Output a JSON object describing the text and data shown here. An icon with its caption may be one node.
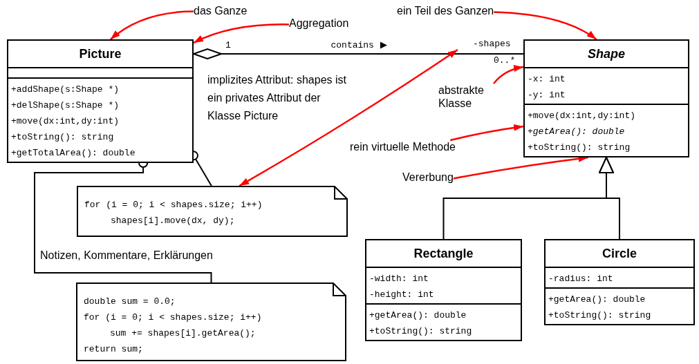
{
  "diagram": {
    "nodes": [
      {
        "text": [
          "das Ganze"
        ]
      },
      {
        "text": [
          "Aggregation"
        ]
      },
      {
        "text": [
          "ein Teil des Ganzen"
        ]
      },
      {
        "text": [
          "Picture",
          "+addShape(s:Shape *)",
          "+delShape(s:Shape *)",
          "+move(dx:int,dy:int)",
          "+toString(): string",
          "+getTotalArea(): double"
        ]
      },
      {
        "text": [
          "abstrakte Klasse"
        ]
      },
      {
        "text": [
          "Shape",
          "-x: int",
          "-y: int",
          "+move(dx:int,dy:int)",
          "+getArea(): double",
          "+toString(): string"
        ]
      },
      {
        "text": [
          "rein virtuelle Methode"
        ]
      },
      {
        "text": [
          "Vererbung"
        ]
      },
      {
        "text": [
          "for (i = 0; i < shapes.size; i++)",
          "shapes[i].move(dx, dy);"
        ]
      },
      {
        "text": [
          "double sum = 0.0;",
          "for (i = 0; i < shapes.size; i++)",
          "sum += shapes[i].getArea();",
          "return sum;"
        ]
      },
      {
        "text": [
          "Rectangle",
          "-width: int",
          "-height: int",
          "+getArea(): double",
          "+toString(): string"
        ]
      },
      {
        "text": [
          "Circle",
          "-radius: int",
          "+getArea(): double",
          "+toString(): string"
        ]
      }
    ],
    "edges": [
      {
        "from": 3,
        "to": 5,
        "arrow": "other",
        "label": "contains",
        "color": "#000000"
      },
      {
        "from": 8,
        "to": 3,
        "arrow": "other",
        "color": "#000000"
      },
      {
        "from": 9,
        "to": 3,
        "arrow": "other",
        "color": "#000000"
      },
      {
        "from": 10,
        "to": 5,
        "arrow": "to",
        "color": "#000000"
      },
      {
        "from": 11,
        "to": 5,
        "arrow": "to",
        "color": "#000000"
      },
      {
        "from": 0,
        "to": 3,
        "arrow": "to",
        "color": "#ff0000"
      },
      {
        "from": 1,
        "to": 3,
        "arrow": "to",
        "color": "#ff0000"
      },
      {
        "from": 2,
        "to": 5,
        "arrow": "to",
        "color": "#ff0000"
      },
      {
        "from": 4,
        "to": 5,
        "arrow": "to",
        "color": "#ff0000"
      },
      {
        "from": 6,
        "to": 5,
        "arrow": "to",
        "color": "#ff0000"
      },
      {
        "from": 7,
        "to": 5,
        "arrow": "to",
        "color": "#ff0000"
      },
      {
        "from": 8,
        "to": null,
        "arrow": "both",
        "color": "#ff0000"
      }
    ],
    "labels": [
      "1",
      "-shapes",
      "0..*",
      "implizites Attribut: shapes ist ein privates Attribut der Klasse Picture",
      "Notizen, Kommentare, Erklärungen"
    ]
  }
}
